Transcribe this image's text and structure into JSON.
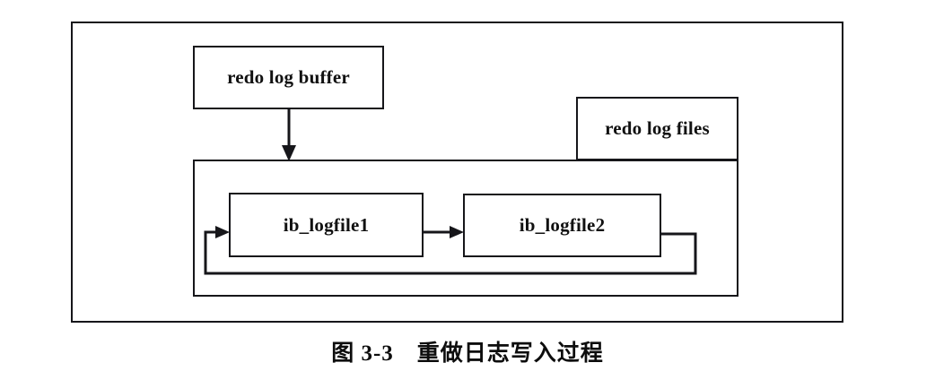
{
  "figure": {
    "caption": "图 3-3　重做日志写入过程",
    "caption_number": "图 3-3",
    "caption_title": "重做日志写入过程",
    "ink_color": "#16161a",
    "background_color": "#ffffff"
  },
  "diagram": {
    "outer_frame_label": "",
    "nodes": [
      {
        "id": "redo-log-buffer",
        "label": "redo log buffer"
      },
      {
        "id": "redo-log-files",
        "label": "redo log files"
      },
      {
        "id": "ib-logfile1",
        "label": "ib_logfile1"
      },
      {
        "id": "ib-logfile2",
        "label": "ib_logfile2"
      }
    ],
    "edges": [
      {
        "from": "redo-log-buffer",
        "to": "redo-log-files",
        "label": ""
      },
      {
        "from": "ib-logfile1",
        "to": "ib-logfile2",
        "label": ""
      },
      {
        "from": "ib-logfile2",
        "to": "ib-logfile1",
        "label": ""
      }
    ]
  }
}
